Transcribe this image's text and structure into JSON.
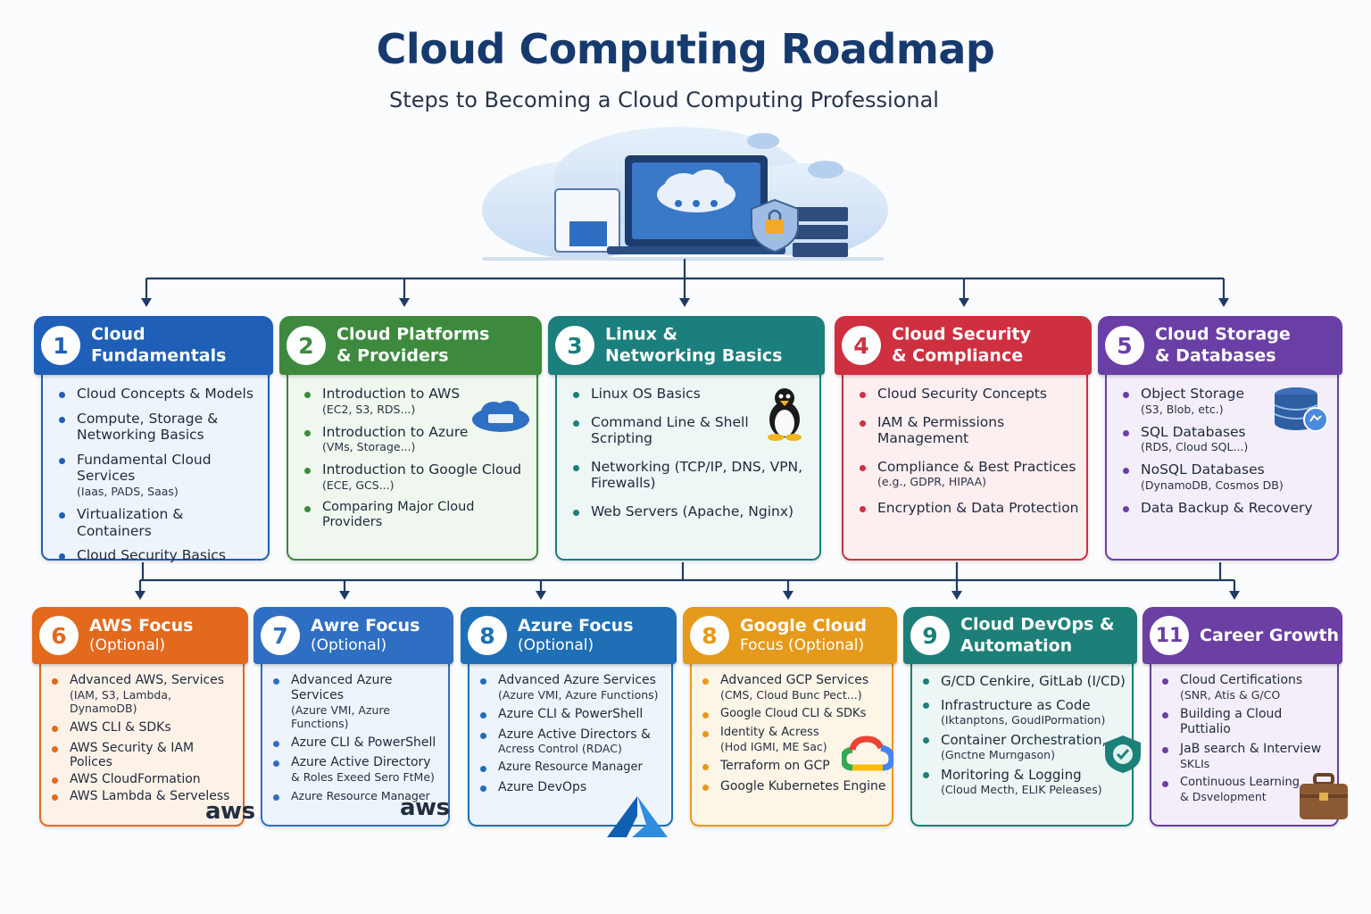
{
  "title": "Cloud Computing Roadmap",
  "subtitle": "Steps to Becoming a Cloud Computing Professional",
  "colors": {
    "blue": "#1f5fb8",
    "green": "#3d8a3f",
    "teal": "#1b7f7d",
    "red": "#cf3040",
    "purple": "#6a3fa5",
    "orange": "#e3691c",
    "lightblue": "#2f6fc3",
    "azure": "#1e6fb6",
    "amber": "#e69a1b",
    "darkteal": "#1d8078",
    "violet": "#6b3fa3"
  },
  "steps": [
    {
      "num": "1",
      "title": "Cloud\nFundamentals",
      "items": [
        {
          "text": "Cloud Concepts & Models"
        },
        {
          "text": "Compute, Storage & Networking Basics"
        },
        {
          "text": "Fundamental Cloud Services",
          "sub": "(Iaas, PADS, Saas)"
        },
        {
          "text": "Virtualization & Containers"
        },
        {
          "text": "Cloud Security Basics"
        }
      ]
    },
    {
      "num": "2",
      "title": "Cloud Platforms\n& Providers",
      "icon": "cloud-server-icon",
      "items": [
        {
          "text": "Introduction to AWS",
          "sub": "(EC2, S3, RDS...)"
        },
        {
          "text": "Introduction to Azure",
          "sub": "(VMs, Storage...)"
        },
        {
          "text": "Introduction to Google Cloud",
          "sub": "(ECE, GCS...)"
        },
        {
          "text": "Comparing Major Cloud Providers"
        }
      ]
    },
    {
      "num": "3",
      "title": "Linux &\nNetworking Basics",
      "icon": "penguin-icon",
      "items": [
        {
          "text": "Linux OS Basics"
        },
        {
          "text": "Command Line & Shell Scripting"
        },
        {
          "text": "Networking (TCP/IP, DNS, VPN, Firewalls)"
        },
        {
          "text": "Web Servers (Apache, Nginx)"
        }
      ]
    },
    {
      "num": "4",
      "title": "Cloud Security\n& Compliance",
      "items": [
        {
          "text": "Cloud Security Concepts"
        },
        {
          "text": "IAM & Permissions Management"
        },
        {
          "text": "Compliance & Best Practices",
          "sub": "(e.g., GDPR, HIPAA)"
        },
        {
          "text": "Encryption & Data Protection"
        }
      ]
    },
    {
      "num": "5",
      "title": "Cloud Storage\n& Databases",
      "icon": "database-icon",
      "items": [
        {
          "text": "Object Storage",
          "sub": "(S3, Blob, etc.)"
        },
        {
          "text": "SQL Databases",
          "sub": "(RDS, Cloud SQL...)"
        },
        {
          "text": "NoSQL Databases",
          "sub": "(DynamoDB, Cosmos DB)"
        },
        {
          "text": "Data Backup & Recovery"
        }
      ]
    }
  ],
  "focus": [
    {
      "num": "6",
      "title": "AWS Focus",
      "optional": "(Optional)",
      "logo": "aws",
      "items": [
        {
          "text": "Advanced AWS, Services",
          "sub": "(IAM, S3, Lambda, DynamoDB)"
        },
        {
          "text": "AWS CLI & SDKs"
        },
        {
          "text": "AWS Security & IAM Polices"
        },
        {
          "text": "AWS CloudFormation"
        },
        {
          "text": "AWS Lambda & Serveless"
        }
      ]
    },
    {
      "num": "7",
      "title": "Awre Focus",
      "optional": "(Optional)",
      "logo": "aws",
      "items": [
        {
          "text": "Advanced Azure Services",
          "sub": "(Azure VMI, Azure Functions)"
        },
        {
          "text": "Azure CLI & PowerShell"
        },
        {
          "text": "Azure Active Directory",
          "sub": "& Roles Exeed Sero FtMe)"
        },
        {
          "text": "Azure Resource Manager"
        }
      ]
    },
    {
      "num": "8",
      "title": "Azure Focus",
      "optional": "(Optional)",
      "icon": "azure-logo-icon",
      "items": [
        {
          "text": "Advanced Azure Services",
          "sub": "(Azure VMI, Azure Functions)"
        },
        {
          "text": "Azure CLI & PowerShell"
        },
        {
          "text": "Azure Active Directors &",
          "sub": "Acress Control (RDAC)"
        },
        {
          "text": "Azure Resource Manager"
        },
        {
          "text": "Azure DevOps"
        }
      ]
    },
    {
      "num": "8",
      "title": "Google Cloud",
      "optional": "Focus (Optional)",
      "icon": "google-cloud-icon",
      "items": [
        {
          "text": "Advanced GCP Services",
          "sub": "(CMS, Cloud Bunc Pect...)"
        },
        {
          "text": "Google Cloud CLI & SDKs"
        },
        {
          "text": "Identity & Acress",
          "sub": "(Hod IGMI, ME Sac)"
        },
        {
          "text": "Terraform on GCP"
        },
        {
          "text": "Google Kubernetes Engine"
        }
      ]
    },
    {
      "num": "9",
      "title": "Cloud DevOps &\nAutomation",
      "icon": "shield-icon",
      "items": [
        {
          "text": "G/CD Cenkire, GitLab (I/CD)"
        },
        {
          "text": "Infrastructure as Code",
          "sub": "(Iktanptons, GoudIPormation)"
        },
        {
          "text": "Container Orchestration,",
          "sub": "(Gnctne Murngason)"
        },
        {
          "text": "Moritoring & Logging",
          "sub": "(Cloud Mecth, ELIK Peleases)"
        }
      ]
    },
    {
      "num": "11",
      "title": "Career Growth",
      "icon": "briefcase-icon",
      "items": [
        {
          "text": "Cloud Certifications",
          "sub": "(SNR, Atis & G/CO"
        },
        {
          "text": "Building a Cloud Puttialio"
        },
        {
          "text": "JaB search & Interview",
          "sub": "SKLIs"
        },
        {
          "text": "Continuous Learning",
          "sub": "& Dsvelopment"
        }
      ]
    }
  ]
}
